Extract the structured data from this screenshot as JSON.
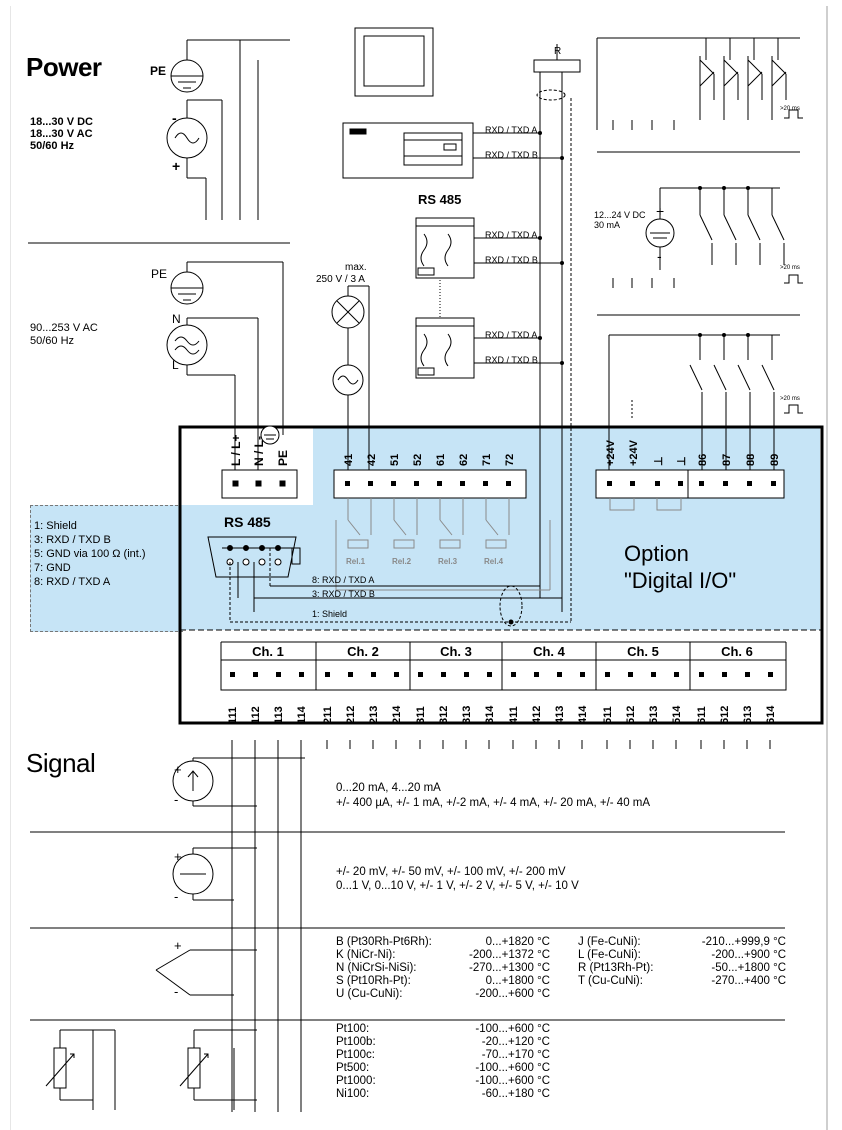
{
  "power": {
    "title": "Power",
    "dc_spec": [
      "18...30 V DC",
      "18...30 V AC",
      "50/60 Hz"
    ],
    "ac_spec": [
      "90...253 V AC",
      "50/60 Hz"
    ],
    "pe": "PE",
    "n": "N",
    "l": "L",
    "minus": "-",
    "plus": "+"
  },
  "bus": {
    "title": "RS 485",
    "resistor": "R",
    "rxa": "RXD / TXD A",
    "rxb": "RXD / TXD B"
  },
  "relay_feed": {
    "max_label": "max.",
    "rating": "250 V / 3 A"
  },
  "digital": {
    "supply": [
      "12...24 V DC",
      "30 mA"
    ],
    "pulse": ">20 ms"
  },
  "terminals": {
    "power": [
      "L / L+",
      "N / L-",
      "PE"
    ],
    "relays": [
      "41",
      "42",
      "51",
      "52",
      "61",
      "62",
      "71",
      "72"
    ],
    "relay_names": [
      "Rel.1",
      "Rel.2",
      "Rel.3",
      "Rel.4"
    ],
    "digital": [
      "+24V",
      "+24V",
      "⊥",
      "⊥",
      "86",
      "87",
      "88",
      "89"
    ]
  },
  "rs485_port": {
    "title": "RS 485",
    "pins": [
      "1: Shield",
      "3: RXD / TXD B",
      "5: GND via 100 Ω (int.)",
      "7: GND",
      "8: RXD / TXD A"
    ],
    "lines": [
      "8: RXD / TXD A",
      "3: RXD / TXD B",
      "1: Shield"
    ]
  },
  "option": {
    "line1": "Option",
    "line2": "\"Digital I/O\""
  },
  "channels": {
    "names": [
      "Ch. 1",
      "Ch. 2",
      "Ch. 3",
      "Ch. 4",
      "Ch. 5",
      "Ch. 6"
    ],
    "terminals": [
      [
        "111",
        "112",
        "113",
        "114"
      ],
      [
        "211",
        "212",
        "213",
        "214"
      ],
      [
        "311",
        "312",
        "313",
        "314"
      ],
      [
        "411",
        "412",
        "413",
        "414"
      ],
      [
        "511",
        "512",
        "513",
        "514"
      ],
      [
        "611",
        "612",
        "613",
        "614"
      ]
    ]
  },
  "signal": {
    "title": "Signal",
    "current": [
      "0...20 mA, 4...20 mA",
      "+/- 400 µA, +/- 1 mA, +/-2 mA, +/- 4 mA, +/- 20 mA, +/- 40 mA"
    ],
    "voltage": [
      "+/- 20 mV, +/- 50 mV, +/- 100 mV, +/- 200 mV",
      "0...1 V, 0...10 V, +/- 1 V, +/- 2 V, +/- 5 V, +/- 10 V"
    ],
    "thermo_left": [
      {
        "name": "B (Pt30Rh-Pt6Rh):",
        "range": "0...+1820 °C"
      },
      {
        "name": "K (NiCr-Ni):",
        "range": "-200...+1372 °C"
      },
      {
        "name": "N (NiCrSi-NiSi):",
        "range": "-270...+1300 °C"
      },
      {
        "name": "S (Pt10Rh-Pt):",
        "range": "0...+1800 °C"
      },
      {
        "name": "U (Cu-CuNi):",
        "range": "-200...+600 °C"
      }
    ],
    "thermo_right": [
      {
        "name": "J (Fe-CuNi):",
        "range": "-210...+999,9 °C"
      },
      {
        "name": "L (Fe-CuNi):",
        "range": "-200...+900 °C"
      },
      {
        "name": "R (Pt13Rh-Pt):",
        "range": "-50...+1800 °C"
      },
      {
        "name": "T (Cu-CuNi):",
        "range": "-270...+400 °C"
      }
    ],
    "rtd": [
      {
        "name": "Pt100:",
        "range": "-100...+600 °C"
      },
      {
        "name": "Pt100b:",
        "range": "-20...+120 °C"
      },
      {
        "name": "Pt100c:",
        "range": "-70...+170 °C"
      },
      {
        "name": "Pt500:",
        "range": "-100...+600 °C"
      },
      {
        "name": "Pt1000:",
        "range": "-100...+600 °C"
      },
      {
        "name": "Ni100:",
        "range": "-60...+180 °C"
      }
    ]
  }
}
